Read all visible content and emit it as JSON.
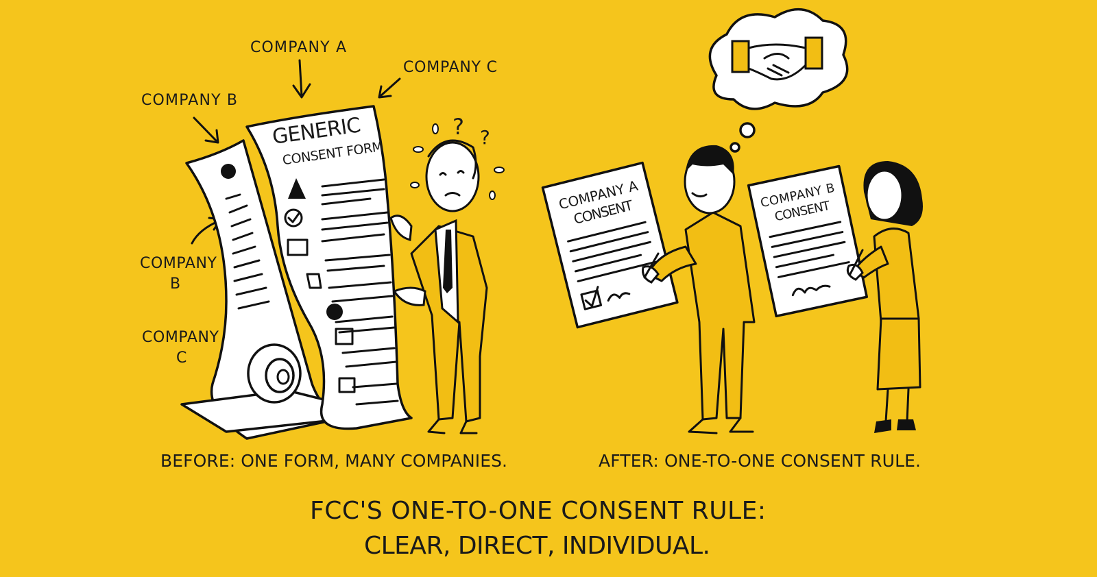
{
  "background_color": "#F5C51C",
  "before_panel": {
    "arrow_labels": {
      "company_a": "COMPANY A",
      "company_c_top": "COMPANY C",
      "company_b_top": "COMPANY B",
      "company_b_side_line1": "COMPANY",
      "company_b_side_line2": "B",
      "company_c_side_line1": "COMPANY",
      "company_c_side_line2": "C"
    },
    "form_title_line1": "GENERIC",
    "form_title_line2": "CONSENT FORM",
    "confused_marks": [
      "?",
      "?"
    ],
    "caption": "BEFORE: ONE FORM, MANY COMPANIES."
  },
  "after_panel": {
    "doc_a": {
      "line1": "COMPANY A",
      "line2": "CONSENT"
    },
    "doc_b": {
      "line1": "COMPANY B",
      "line2": "CONSENT"
    },
    "thought_bubble_icon": "handshake-icon",
    "caption": "AFTER: ONE-TO-ONE CONSENT RULE."
  },
  "title": {
    "line1": "FCC'S ONE-TO-ONE CONSENT RULE:",
    "line2": "CLEAR, DIRECT, INDIVIDUAL."
  }
}
